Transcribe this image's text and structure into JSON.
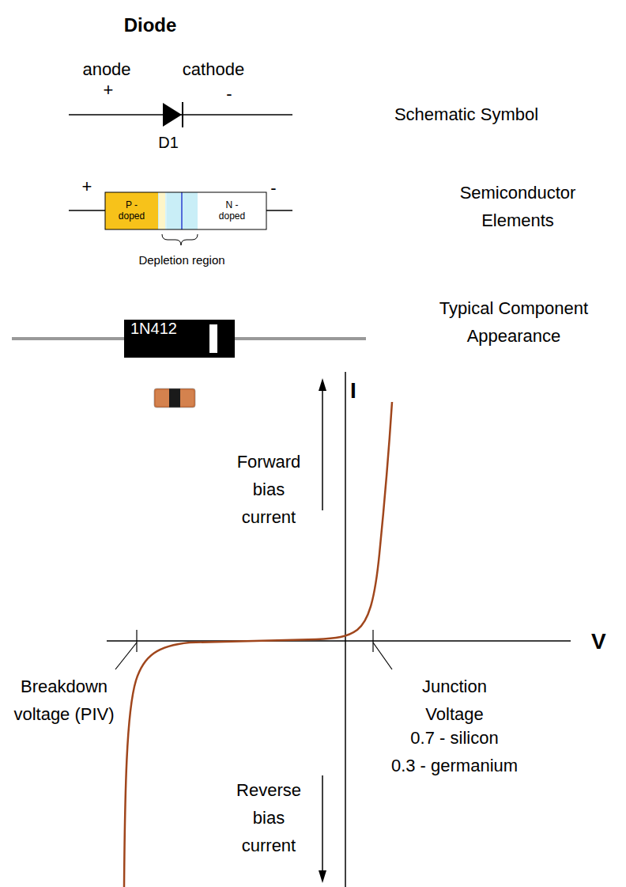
{
  "diagram": {
    "title": "Diode",
    "nodes": [
      {
        "text": [
          "P - doped"
        ]
      },
      {
        "text": [
          "N - doped"
        ]
      },
      {
        "text": [
          "1N412"
        ]
      }
    ],
    "labels": [
      "anode",
      "+",
      "cathode",
      "-",
      "D1",
      "Schematic Symbol",
      "+",
      "-",
      "Depletion region",
      "Semiconductor Elements",
      "Typical Component Appearance",
      "I",
      "V",
      "Forward bias current",
      "Reverse bias current",
      "Breakdown voltage (PIV)",
      "Junction Voltage",
      "0.7 - silicon",
      "0.3 - germanium"
    ]
  }
}
